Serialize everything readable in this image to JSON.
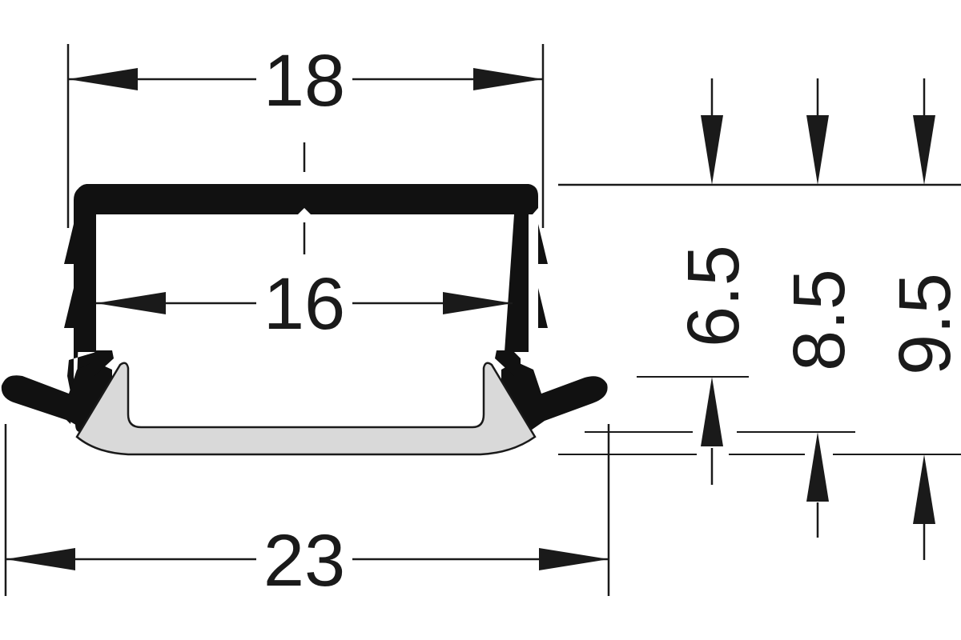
{
  "diagram": {
    "dimensions": {
      "outer_width": "18",
      "inner_width": "16",
      "base_width": "23",
      "height_a": "6.5",
      "height_b": "8.5",
      "height_c": "9.5"
    },
    "colors": {
      "line": "#1a1a1a",
      "profile_fill": "#111111",
      "insert_fill": "#d9d9d9",
      "background": "#ffffff"
    }
  }
}
